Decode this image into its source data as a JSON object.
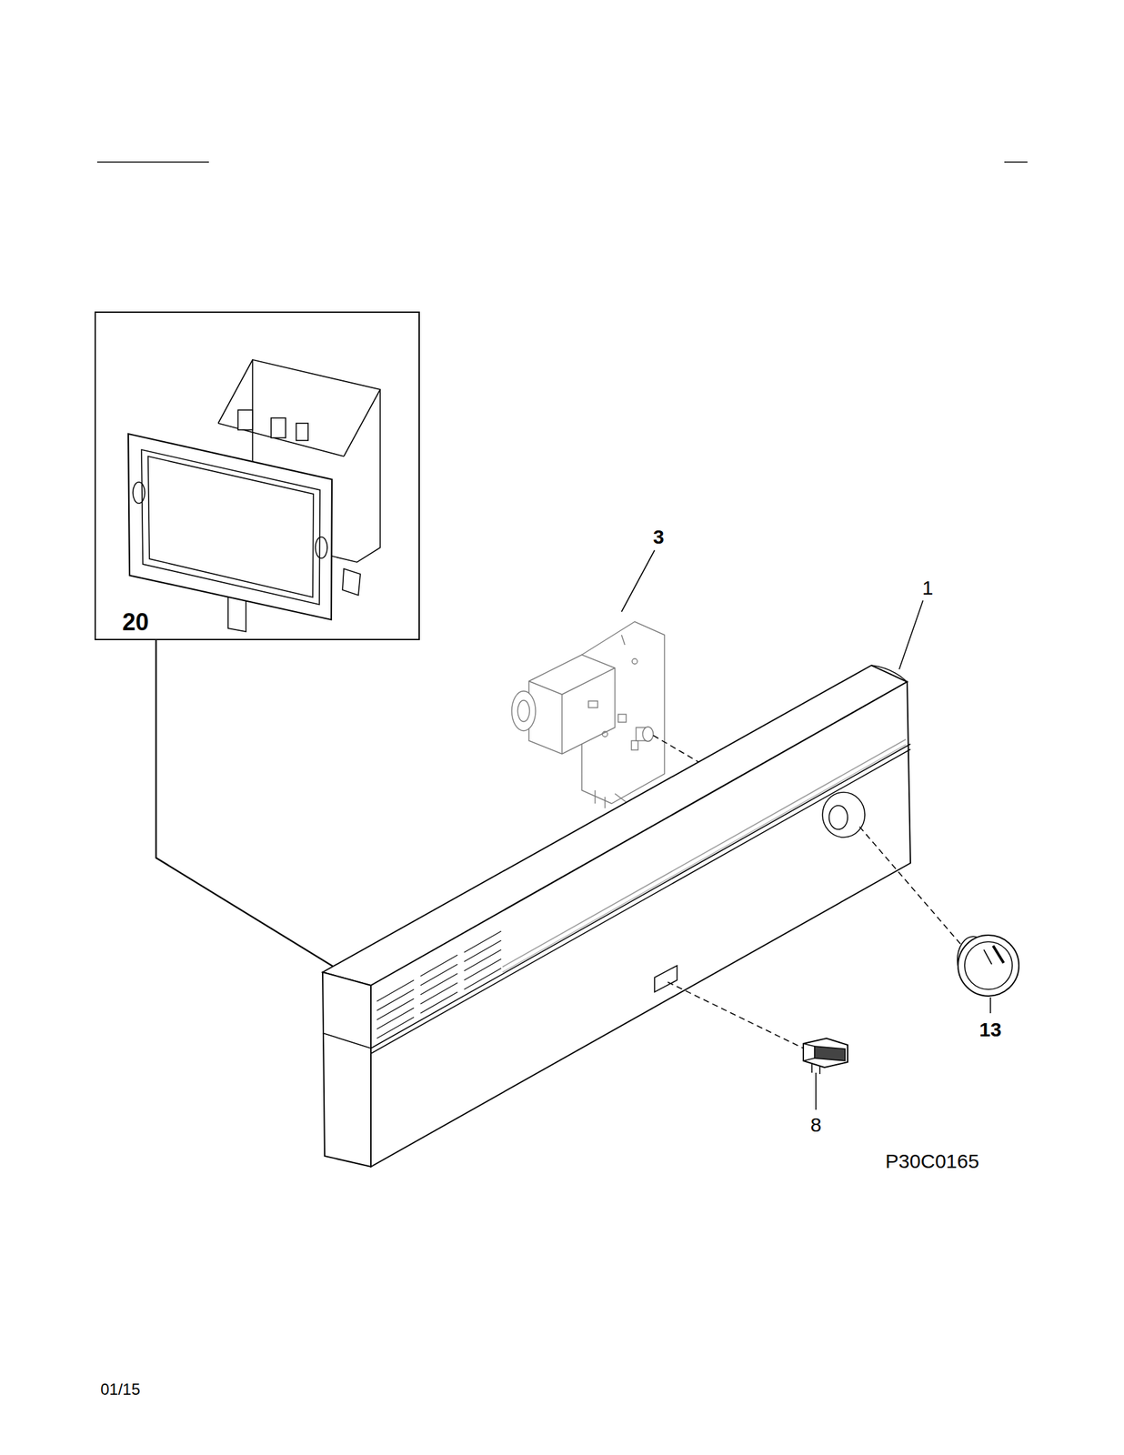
{
  "diagram": {
    "nodes": [
      {
        "text": [
          "20"
        ]
      }
    ],
    "labels": [
      "3",
      "1",
      "13",
      "8",
      "P30C0165",
      "01/15"
    ]
  }
}
